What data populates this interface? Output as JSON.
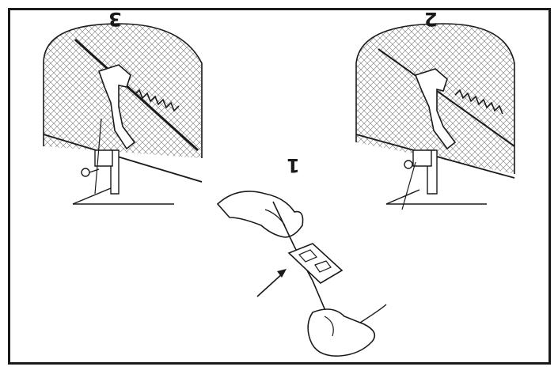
{
  "panels": [
    {
      "id": "panel-3",
      "step": "3"
    },
    {
      "id": "panel-2",
      "step": "2"
    },
    {
      "id": "panel-1",
      "step": "1"
    }
  ],
  "colors": {
    "ink": "#1a1a1a",
    "background": "#ffffff"
  },
  "orientation": "rotated-180"
}
